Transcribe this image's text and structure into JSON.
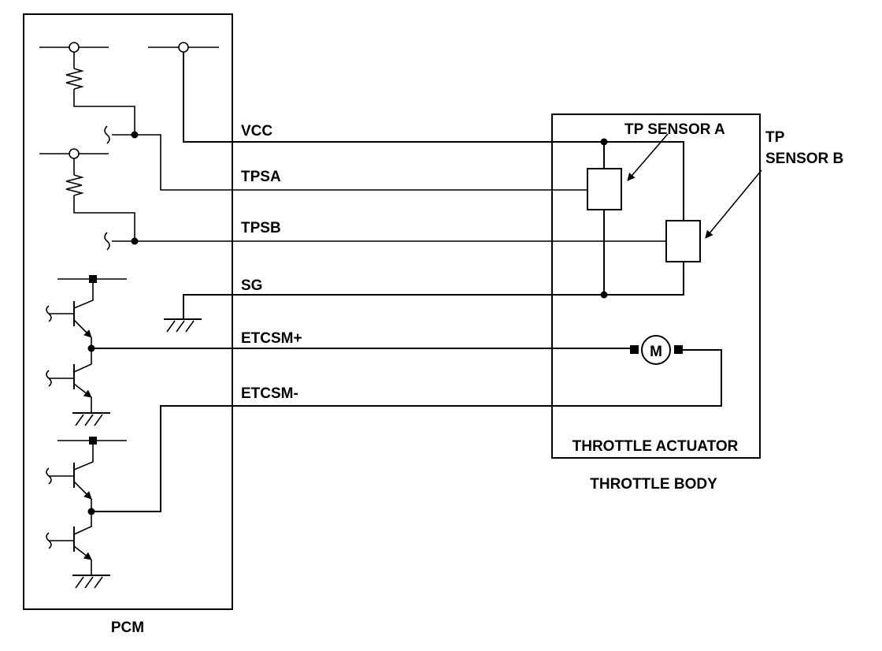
{
  "components": {
    "pcm": "PCM",
    "throttle_body": "THROTTLE BODY",
    "throttle_actuator": "THROTTLE ACTUATOR",
    "tp_sensor_a": "TP SENSOR A",
    "tp_sensor_b_line1": "TP",
    "tp_sensor_b_line2": "SENSOR B",
    "motor": "M"
  },
  "wires": {
    "vcc": "VCC",
    "tpsa": "TPSA",
    "tpsb": "TPSB",
    "sg": "SG",
    "etcsm_plus": "ETCSM+",
    "etcsm_minus": "ETCSM-"
  }
}
